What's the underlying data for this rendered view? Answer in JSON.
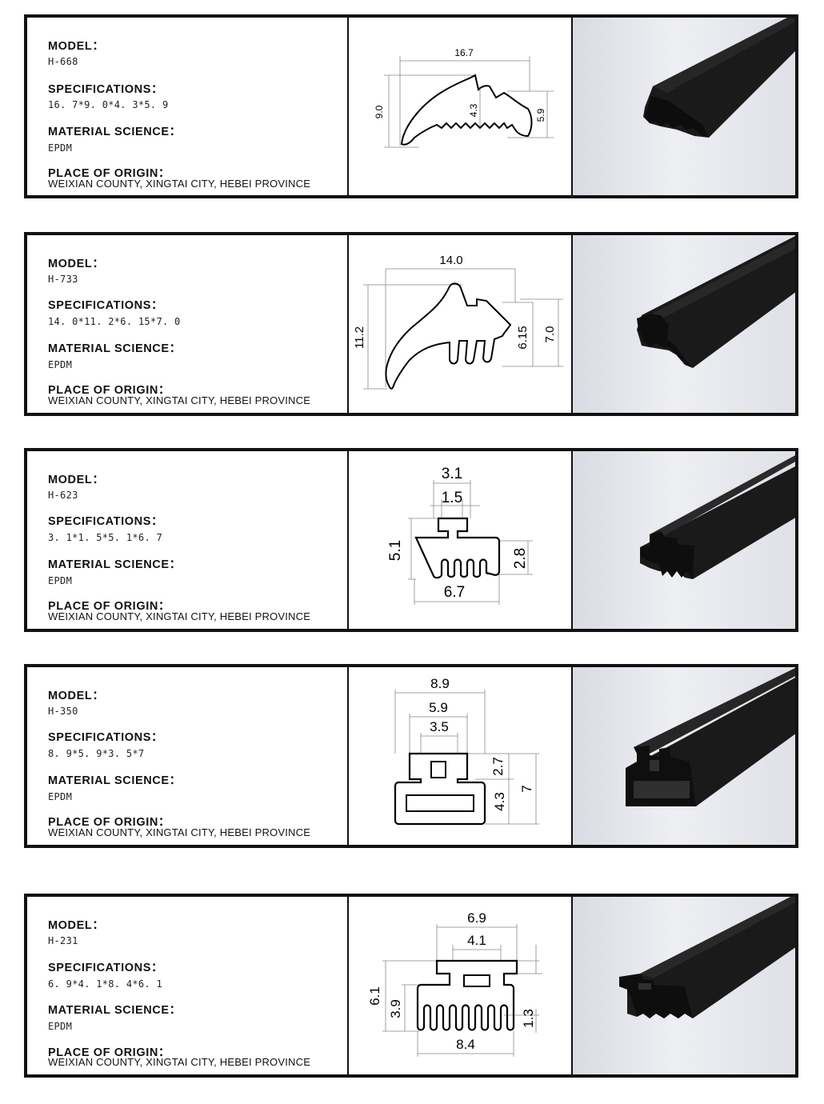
{
  "labels": {
    "model": "MODEL：",
    "specifications": "SPECIFICATIONS：",
    "material": "MATERIAL SCIENCE：",
    "origin": "PLACE OF ORIGIN："
  },
  "colors": {
    "border": "#111111",
    "rubber": "#141414",
    "photo_bg": "#e4e6eb"
  },
  "products": [
    {
      "model": "H-668",
      "specifications": "16. 7*9. 0*4. 3*5. 9",
      "material": "EPDM",
      "origin": "WEIXIAN COUNTY, XINGTAI CITY, HEBEI PROVINCE",
      "dims": [
        "16.7",
        "9.0",
        "4.3",
        "5.9"
      ]
    },
    {
      "model": "H-733",
      "specifications": "14. 0*11. 2*6. 15*7. 0",
      "material": "EPDM",
      "origin": "WEIXIAN COUNTY, XINGTAI CITY, HEBEI PROVINCE",
      "dims": [
        "14.0",
        "11.2",
        "6.15",
        "7.0"
      ]
    },
    {
      "model": "H-623",
      "specifications": "3. 1*1. 5*5. 1*6. 7",
      "material": "EPDM",
      "origin": "WEIXIAN COUNTY, XINGTAI CITY, HEBEI PROVINCE",
      "dims": [
        "3.1",
        "1.5",
        "5.1",
        "2.8",
        "6.7"
      ]
    },
    {
      "model": "H-350",
      "specifications": "8. 9*5. 9*3. 5*7",
      "material": "EPDM",
      "origin": "WEIXIAN COUNTY, XINGTAI CITY, HEBEI PROVINCE",
      "dims": [
        "8.9",
        "5.9",
        "3.5",
        "2.7",
        "4.3",
        "7"
      ]
    },
    {
      "model": "H-231",
      "specifications": "6. 9*4. 1*8. 4*6. 1",
      "material": "EPDM",
      "origin": "WEIXIAN COUNTY, XINGTAI CITY, HEBEI PROVINCE",
      "dims": [
        "6.9",
        "4.1",
        "6.1",
        "3.9",
        "1.3",
        "8.4"
      ]
    }
  ]
}
